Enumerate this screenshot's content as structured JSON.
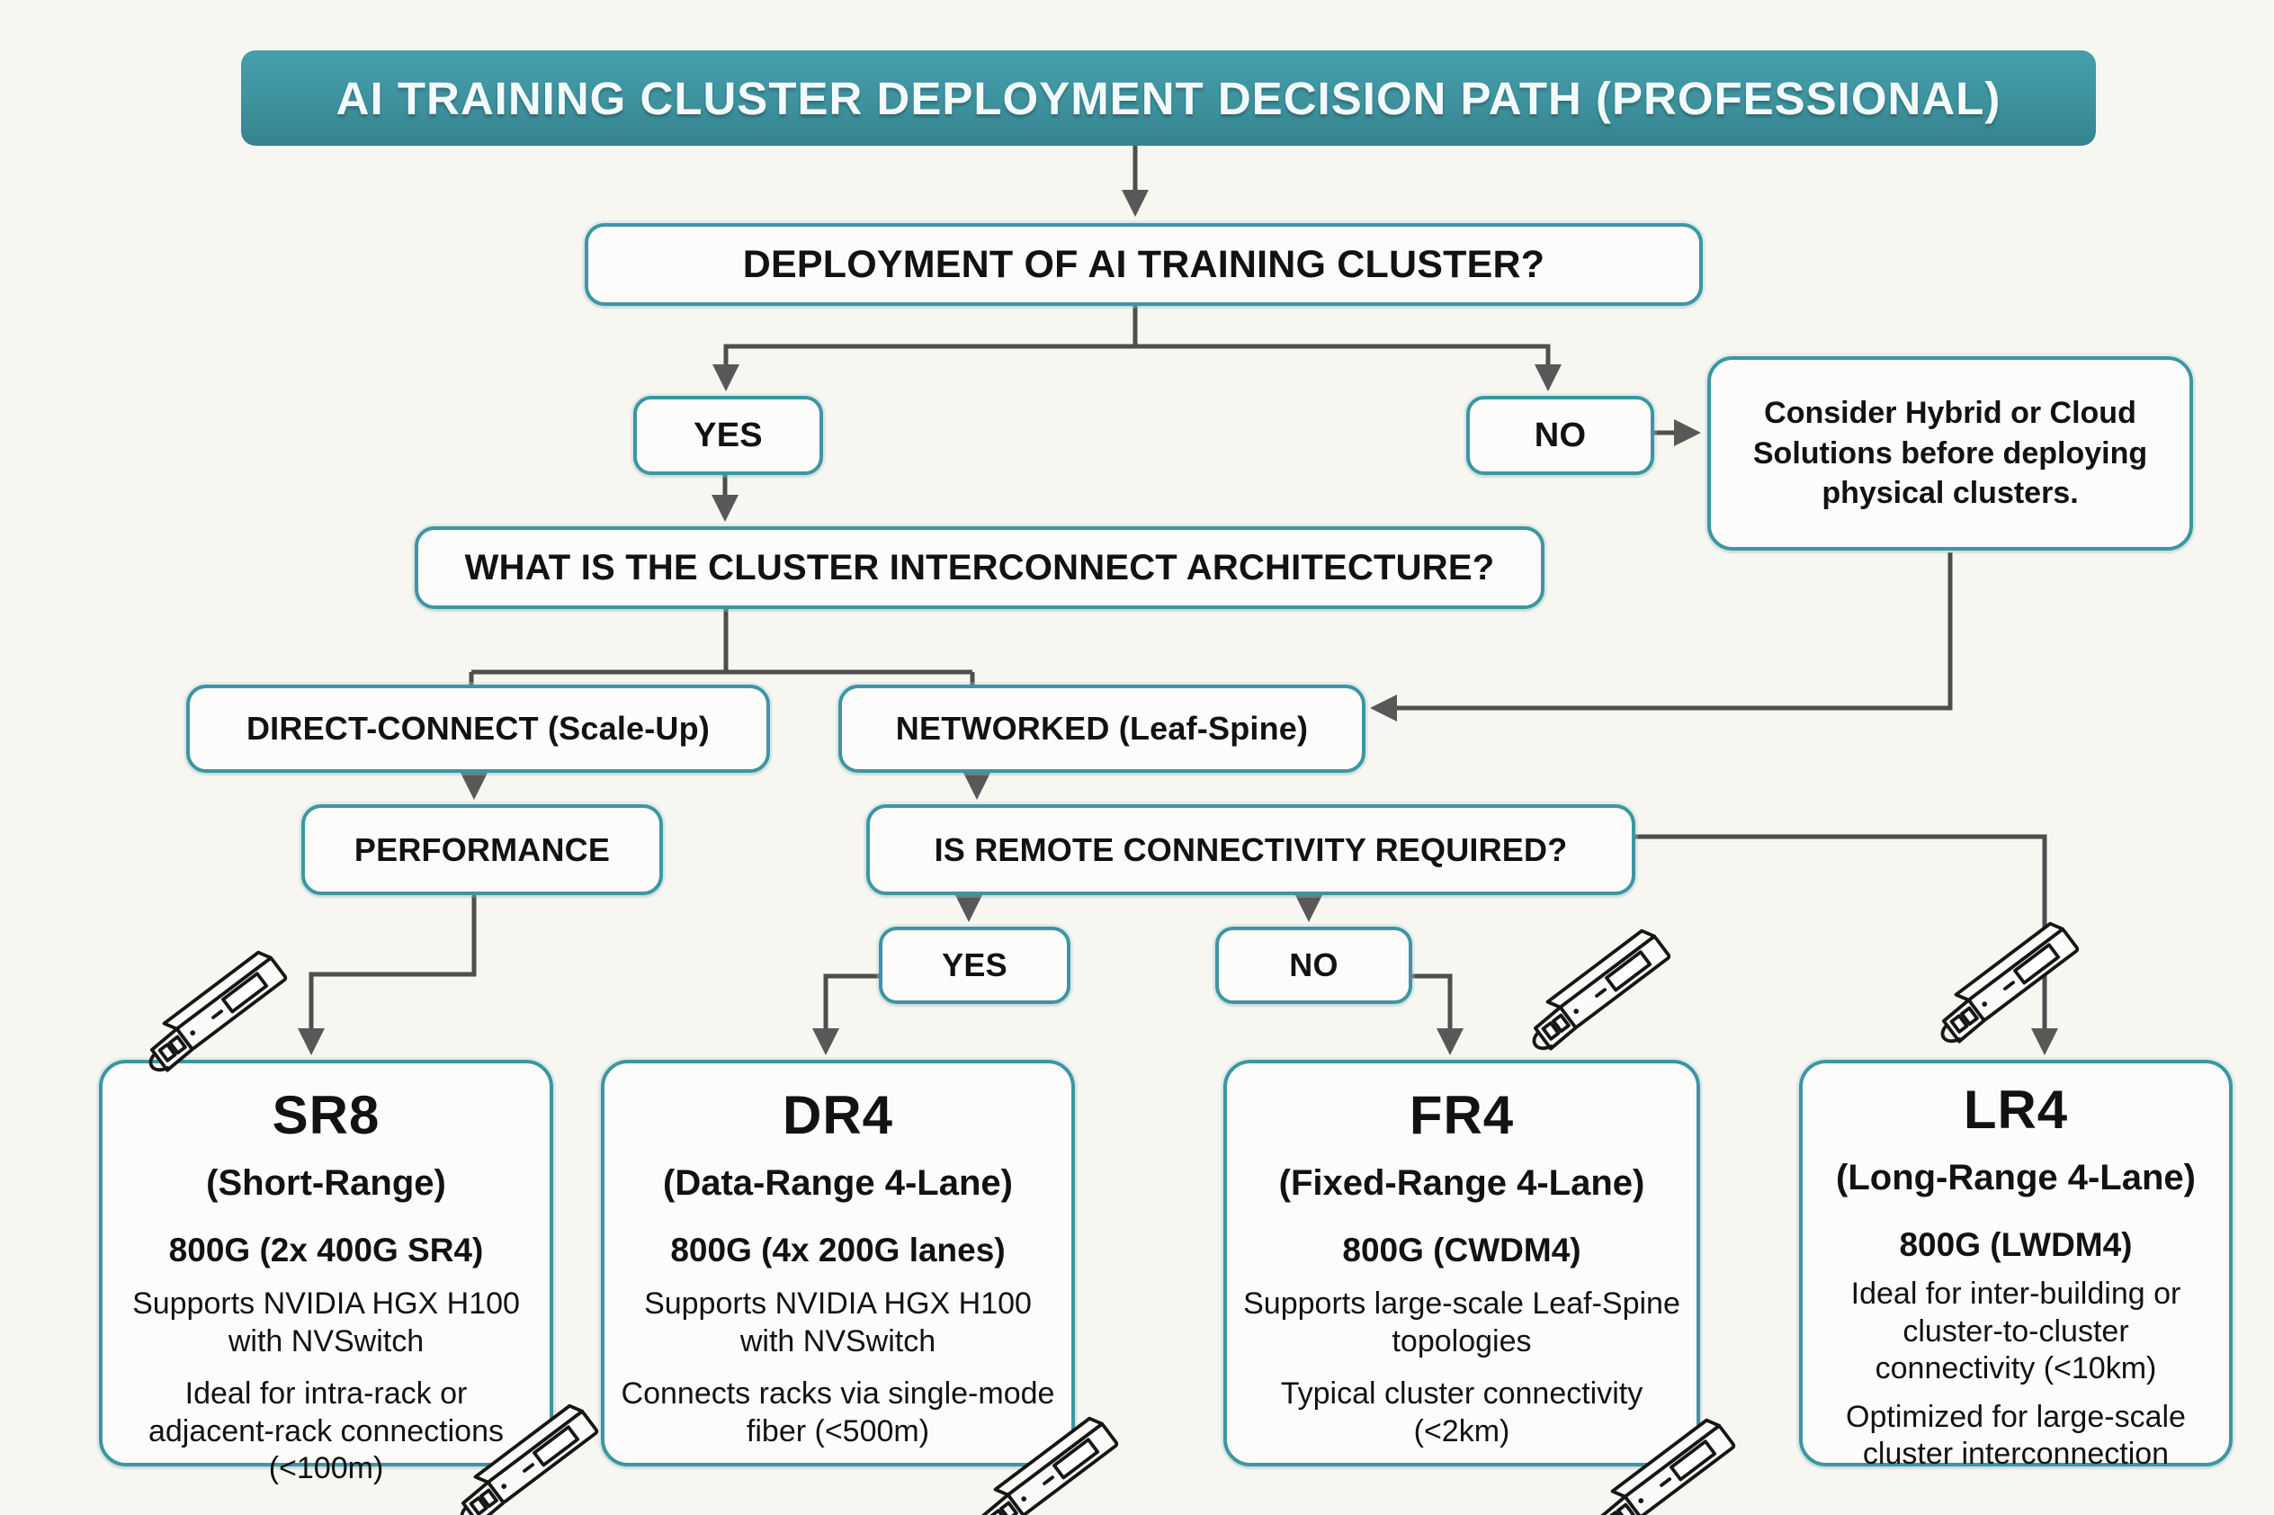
{
  "diagram": {
    "banner": {
      "title": "AI TRAINING CLUSTER DEPLOYMENT DECISION PATH (PROFESSIONAL)"
    },
    "nodes": {
      "deployment_question": {
        "label": "DEPLOYMENT OF AI TRAINING CLUSTER?"
      },
      "deploy_yes": {
        "label": "YES"
      },
      "deploy_no": {
        "label": "NO"
      },
      "hybrid_note": {
        "label": "Consider Hybrid or Cloud Solutions before deploying physical clusters."
      },
      "architecture_question": {
        "label": "WHAT IS THE CLUSTER INTERCONNECT ARCHITECTURE?"
      },
      "direct_connect": {
        "label": "DIRECT-CONNECT (Scale-Up)"
      },
      "networked": {
        "label": "NETWORKED (Leaf-Spine)"
      },
      "performance": {
        "label": "PERFORMANCE"
      },
      "remote_question": {
        "label": "IS REMOTE CONNECTIVITY REQUIRED?"
      },
      "remote_yes": {
        "label": "YES"
      },
      "remote_no": {
        "label": "NO"
      }
    },
    "cards": [
      {
        "title": "SR8",
        "subtitle": "(Short-Range)",
        "lines": [
          "800G (2x 400G SR4)",
          "Supports NVIDIA HGX H100 with NVSwitch",
          "Ideal for intra-rack or adjacent-rack connections (<100m)"
        ]
      },
      {
        "title": "DR4",
        "subtitle": "(Data-Range 4-Lane)",
        "lines": [
          "800G (4x 200G lanes)",
          "Supports NVIDIA HGX H100 with NVSwitch",
          "Connects racks via single-mode fiber (<500m)"
        ]
      },
      {
        "title": "FR4",
        "subtitle": "(Fixed-Range 4-Lane)",
        "lines": [
          "800G (CWDM4)",
          "Supports large-scale Leaf-Spine topologies",
          "Typical cluster connectivity (<2km)"
        ]
      },
      {
        "title": "LR4",
        "subtitle": "(Long-Range 4-Lane)",
        "lines": [
          "800G (LWDM4)",
          "Ideal for inter-building or cluster-to-cluster connectivity (<10km)",
          "Optimized for large-scale cluster interconnection"
        ]
      }
    ],
    "icons": {
      "transceiver": "sfp-optical-transceiver-module"
    },
    "colors": {
      "banner_teal": "#3d929e",
      "border_teal": "#3d96a2",
      "connector_gray": "#4e4e4e",
      "text": "#121212",
      "background": "#f8f6f1",
      "box_background": "#fdfcfa"
    }
  }
}
